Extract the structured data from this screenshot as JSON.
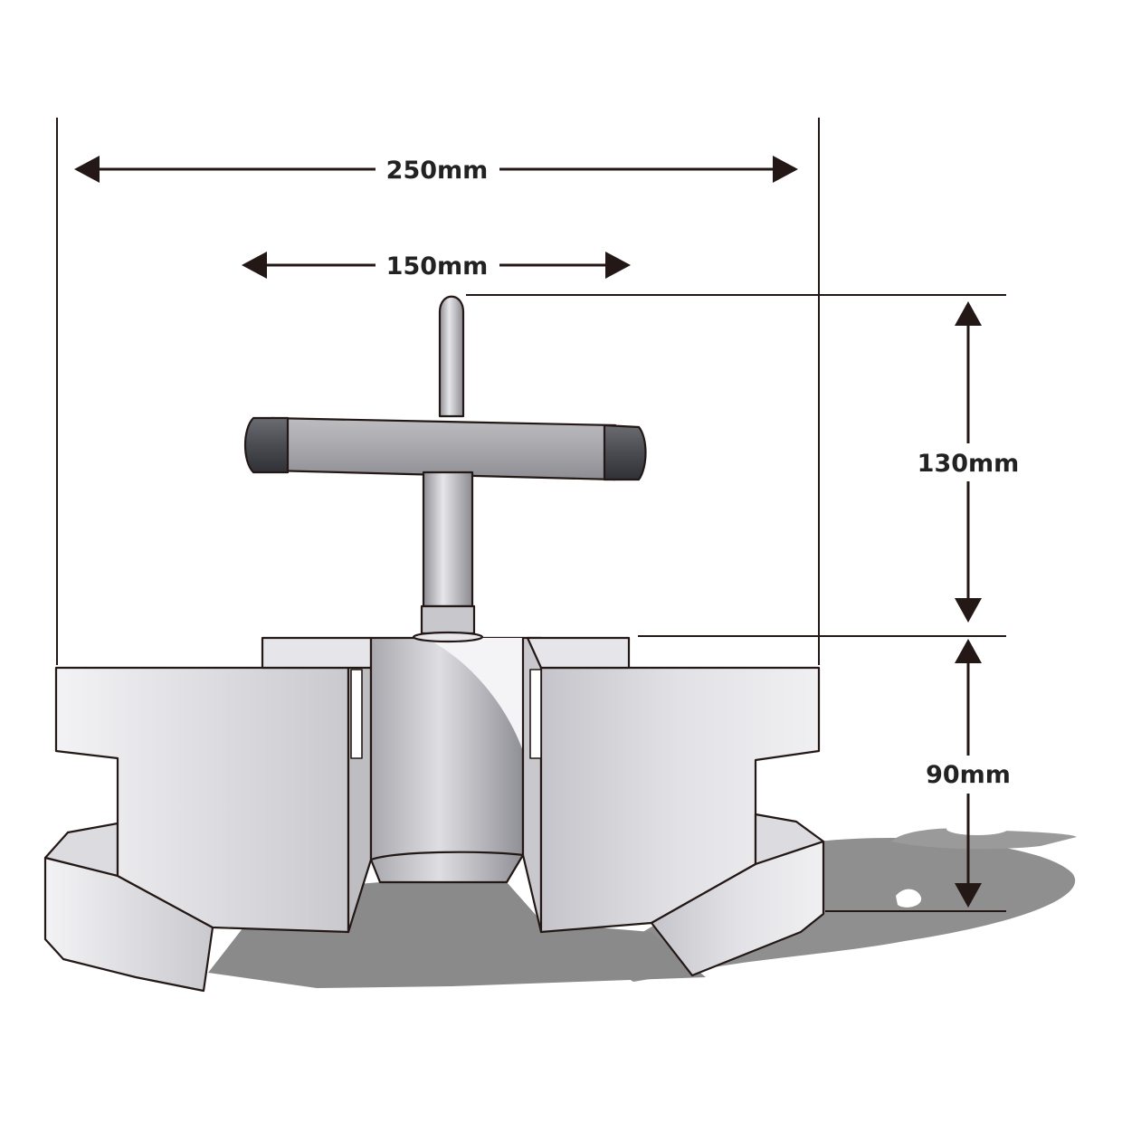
{
  "dimensions": {
    "overall_width": "250mm",
    "handle_width": "150mm",
    "handle_height": "130mm",
    "base_height": "90mm"
  },
  "colors": {
    "line": "#231815",
    "metal_light": "#eeeef0",
    "metal_mid": "#cfcfd3",
    "metal_dark": "#9a9aa0",
    "handle": "#b4b4b8",
    "cap": "#55575c",
    "shadow": "#8c8c8c",
    "background": "#ffffff"
  },
  "icons": {
    "arrowhead": "arrowhead-icon",
    "clamp": "clamp-illustration"
  }
}
